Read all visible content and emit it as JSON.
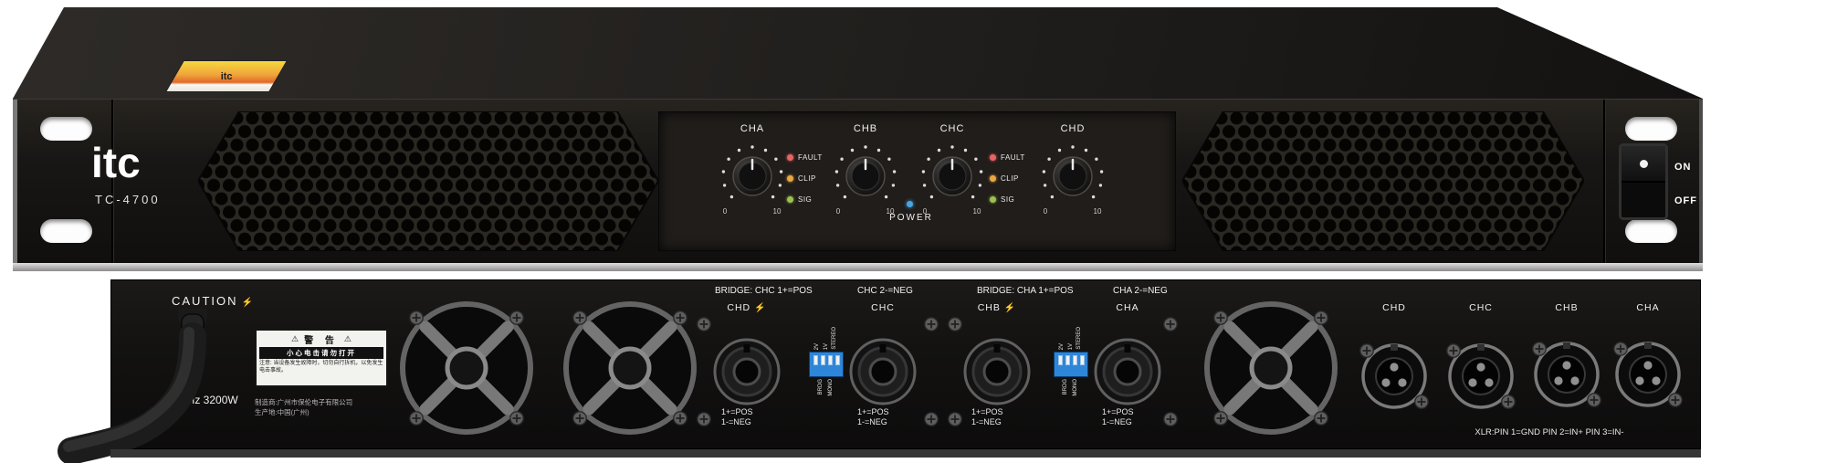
{
  "icons": {
    "lightning": "⚡",
    "warning": "⚠"
  },
  "front": {
    "logo": "itc",
    "model": "TC-4700",
    "top_sticker_text": "itc",
    "channels": [
      {
        "label": "CHA",
        "min": "0",
        "max": "10"
      },
      {
        "label": "CHB",
        "min": "0",
        "max": "10"
      },
      {
        "label": "CHC",
        "min": "0",
        "max": "10"
      },
      {
        "label": "CHD",
        "min": "0",
        "max": "10"
      }
    ],
    "led_labels": {
      "fault": "FAULT",
      "clip": "CLIP",
      "sig": "SIG"
    },
    "power_label": "POWER",
    "switch_on": "ON",
    "switch_off": "OFF"
  },
  "rear": {
    "caution": "CAUTION",
    "rating": "0Hz 3200W",
    "sticker": {
      "title": "警 告",
      "warning": "小心电击请勿打开",
      "note": "注意: 当设备发生故障时，切勿自行拆机，以免发生电击事故。"
    },
    "maker": "制造商:广州市保伦电子有限公司",
    "origin": "生产地:中国(广州)",
    "bridge1a": "BRIDGE: CHC 1+=POS",
    "bridge1b": "CHC 2-=NEG",
    "bridge2a": "BRIDGE: CHA 1+=POS",
    "bridge2b": "CHA 2-=NEG",
    "speakons": [
      {
        "label": "CHD",
        "pos": "1+=POS",
        "neg": "1-=NEG"
      },
      {
        "label": "CHC",
        "pos": "1+=POS",
        "neg": "1-=NEG"
      },
      {
        "label": "CHB",
        "pos": "1+=POS",
        "neg": "1-=NEG"
      },
      {
        "label": "CHA",
        "pos": "1+=POS",
        "neg": "1-=NEG"
      }
    ],
    "dip": {
      "l1": "2V",
      "l2": "1V",
      "l3": "STEREO",
      "l4": "BRDG",
      "l5": "MONO"
    },
    "xlr_labels": [
      "CHD",
      "CHC",
      "CHB",
      "CHA"
    ],
    "xlr_note": "XLR:PIN 1=GND PIN 2=IN+ PIN 3=IN-"
  },
  "colors": {
    "led_fault": "#e86464",
    "led_clip": "#eaa843",
    "led_sig": "#9dc14f",
    "led_power": "#4aa4e4",
    "dip_blue": "#2e86d8"
  }
}
